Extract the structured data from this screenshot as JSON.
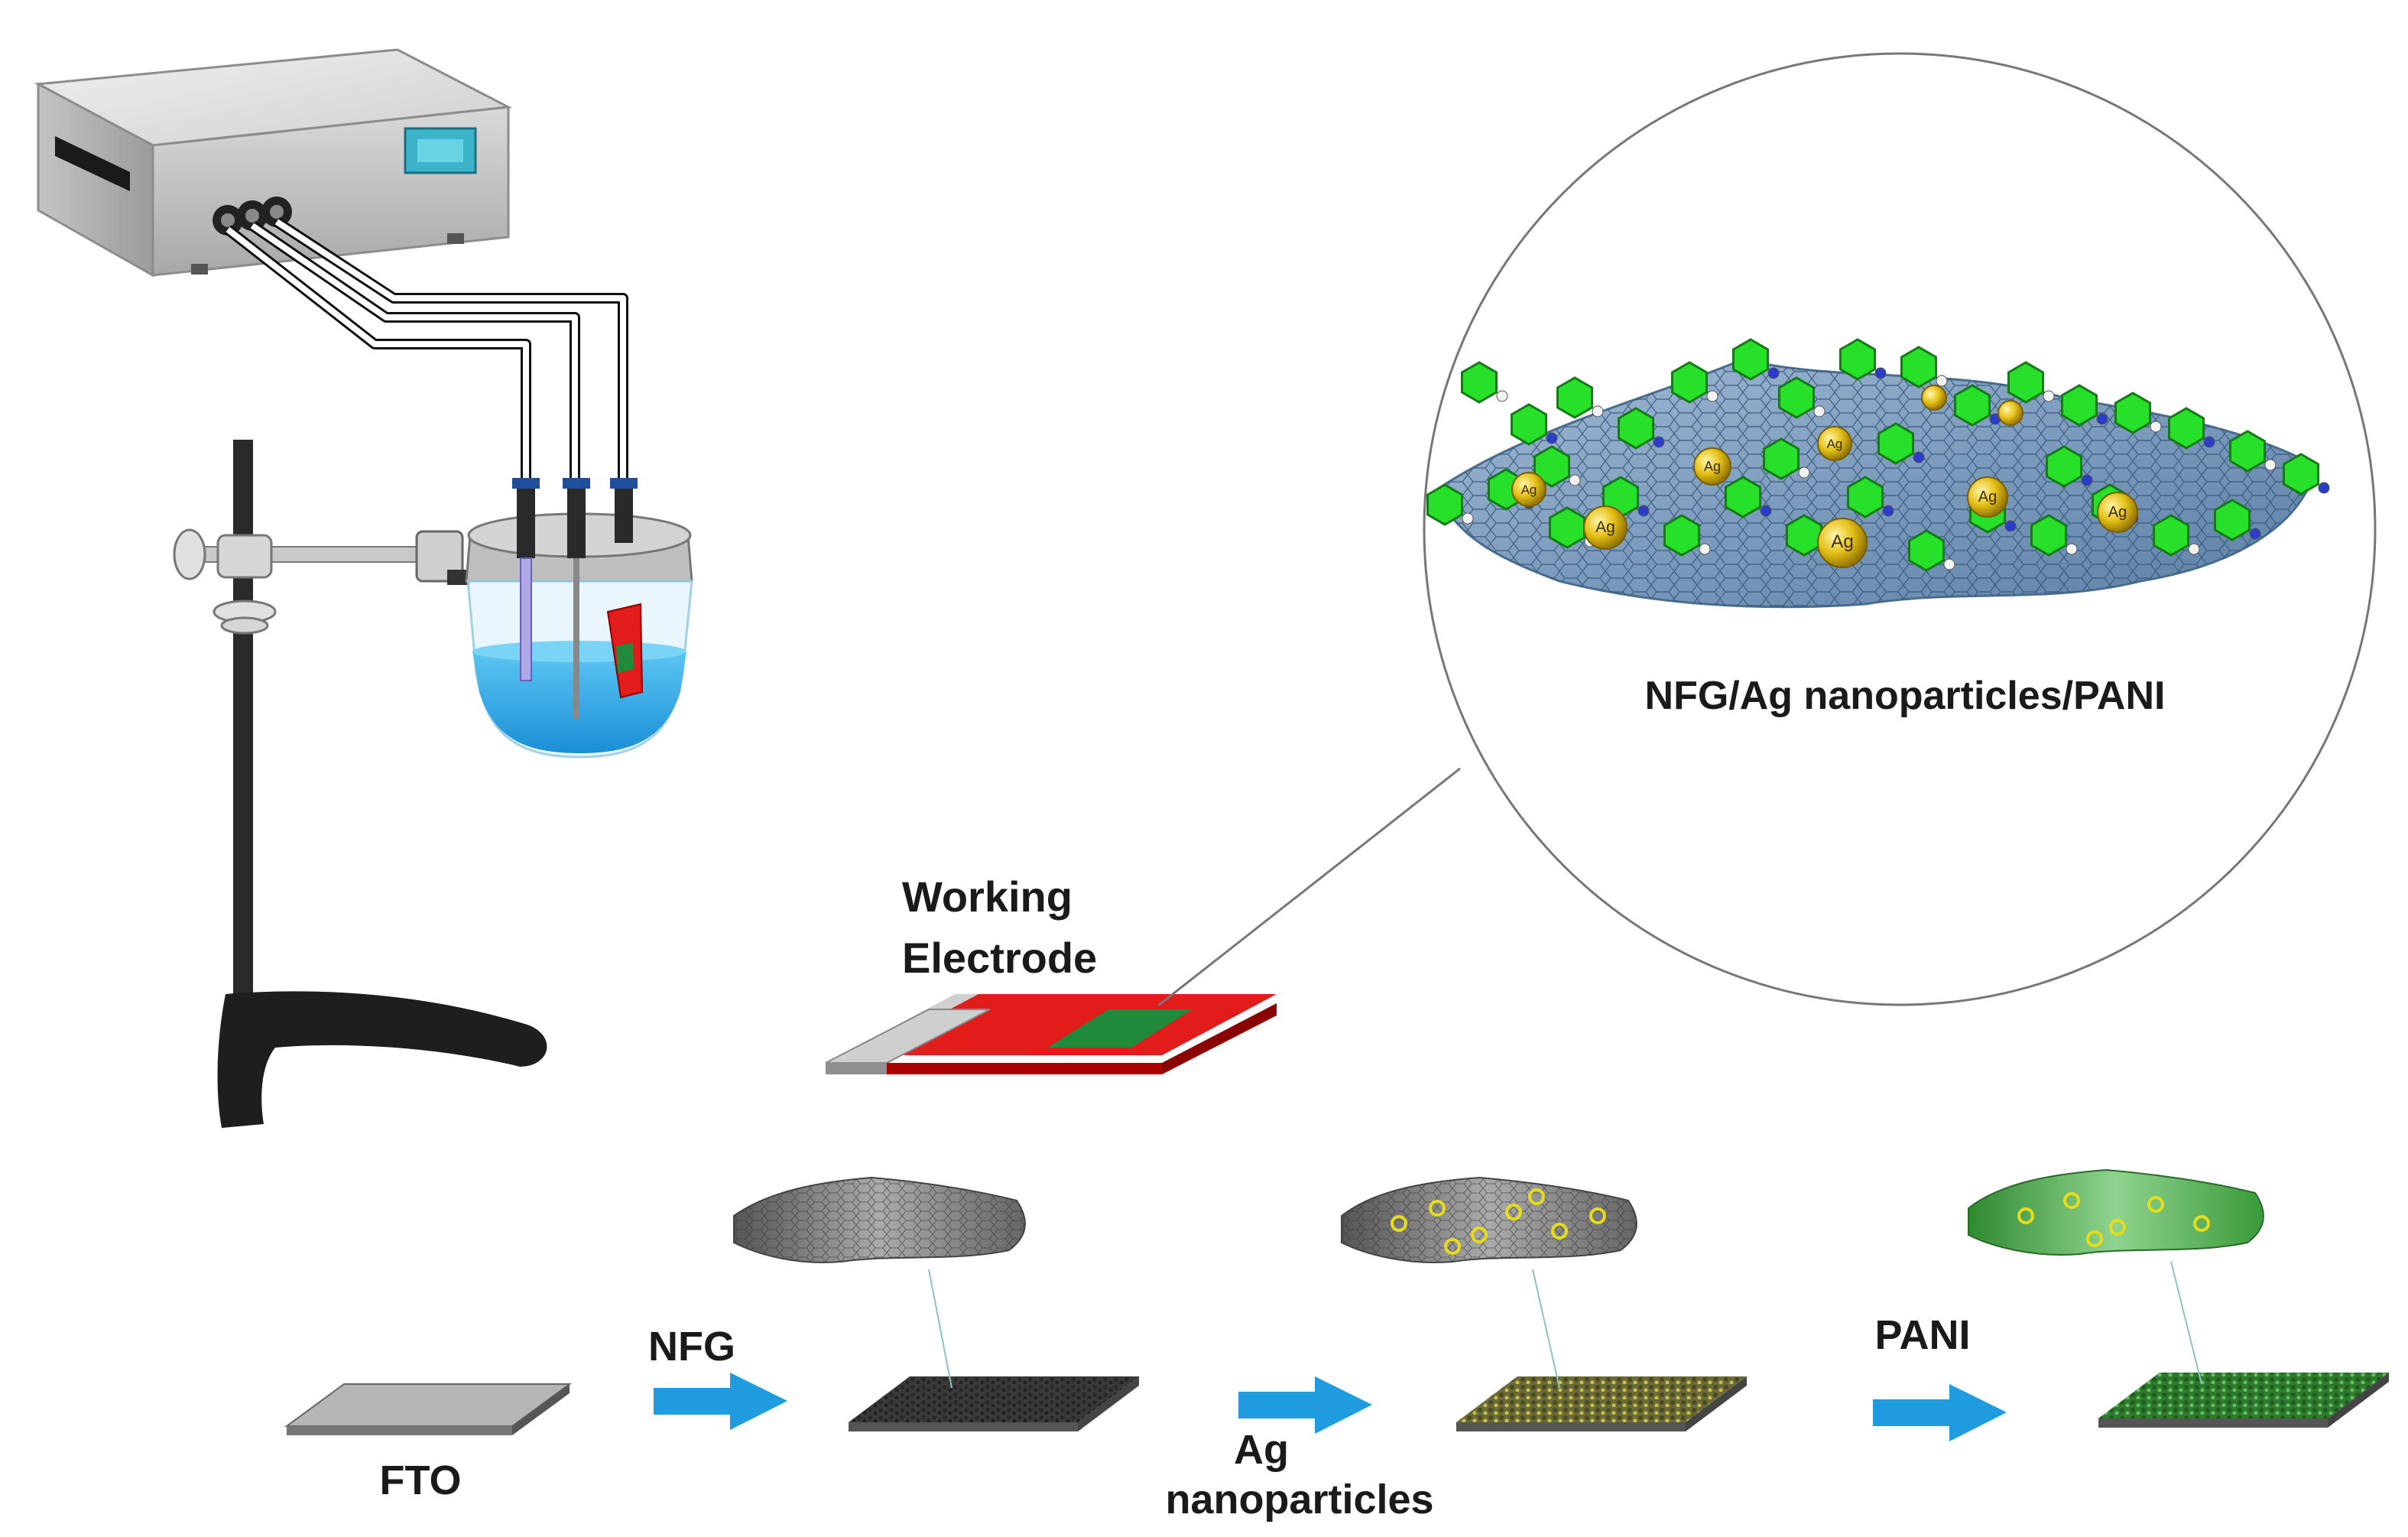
{
  "labels": {
    "composite": "NFG/Ag nanoparticles/PANI",
    "working_line1": "Working",
    "working_line2": "Electrode",
    "fto": "FTO",
    "nfg": "NFG",
    "ag_line1": "Ag",
    "ag_line2": "nanoparticles",
    "pani": "PANI",
    "ag_particle": "Ag"
  },
  "colors": {
    "arrow": "#1f9be0",
    "electrolyte": "#2aa4e6",
    "electrode_red": "#e21b1b",
    "film_green": "#1f8a3a",
    "ring_green": "#27e02a",
    "silver_gold": "#e6c21a",
    "fto_gray": "#a9a9a9",
    "instrument_body": "#d4d4d4",
    "instrument_screen": "#3bb3c9"
  }
}
